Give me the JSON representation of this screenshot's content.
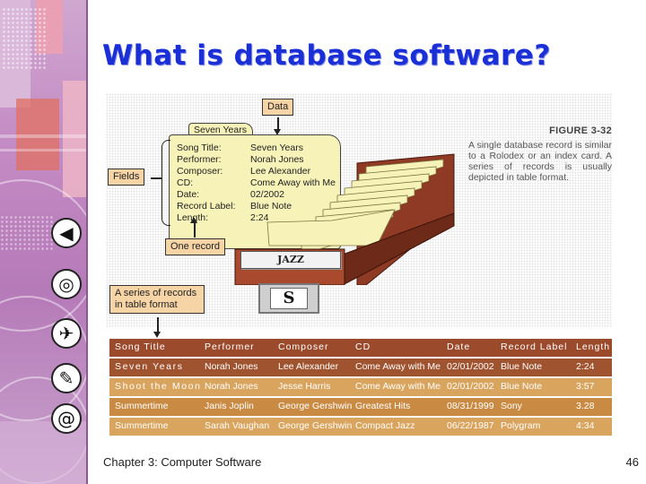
{
  "slide": {
    "title": "What is database software?",
    "footer": "Chapter 3: Computer Software",
    "page_number": "46"
  },
  "decor": {
    "icons": [
      "ear-icon",
      "cd-icon",
      "airplane-icon",
      "pen-icon",
      "at-sign-icon"
    ],
    "glyphs": [
      "◀",
      "◎",
      "✈",
      "✎",
      "@"
    ]
  },
  "figure": {
    "callouts": {
      "data": "Data",
      "fields": "Fields",
      "one_record": "One record",
      "series": "A series of records in table format"
    },
    "card": {
      "tab": "Seven Years",
      "rows": [
        {
          "field": "Song Title:",
          "value": "Seven Years"
        },
        {
          "field": "Performer:",
          "value": "Norah Jones"
        },
        {
          "field": "Composer:",
          "value": "Lee Alexander"
        },
        {
          "field": "CD:",
          "value": "Come Away with Me"
        },
        {
          "field": "Date:",
          "value": "02/2002"
        },
        {
          "field": "Record Label:",
          "value": "Blue Note"
        },
        {
          "field": "Length:",
          "value": "2:24"
        }
      ]
    },
    "drawer_labels": {
      "jazz": "JAZZ",
      "s": "S"
    },
    "caption_label": "FIGURE 3-32",
    "caption_text": "A single database record is similar to a Rolodex or an index card. A series of records is usually depicted in table format.",
    "table": {
      "headers": [
        "Song Title",
        "Performer",
        "Composer",
        "CD",
        "Date",
        "Record Label",
        "Length"
      ],
      "rows": [
        [
          "Seven Years",
          "Norah Jones",
          "Lee Alexander",
          "Come Away with Me",
          "02/01/2002",
          "Blue Note",
          "2:24"
        ],
        [
          "Shoot the Moon",
          "Norah Jones",
          "Jesse Harris",
          "Come Away with Me",
          "02/01/2002",
          "Blue Note",
          "3:57"
        ],
        [
          "Summertime",
          "Janis Joplin",
          "George Gershwin",
          "Greatest Hits",
          "08/31/1999",
          "Sony",
          "3.28"
        ],
        [
          "Summertime",
          "Sarah Vaughan",
          "George Gershwin",
          "Compact Jazz",
          "06/22/1987",
          "Polygram",
          "4:34"
        ]
      ]
    }
  }
}
